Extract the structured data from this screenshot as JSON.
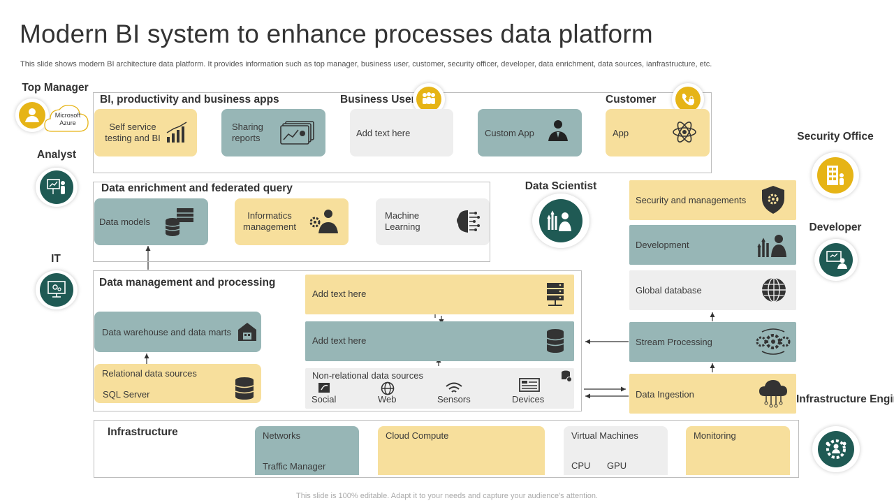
{
  "header": {
    "title": "Modern BI system to enhance processes data platform",
    "subtitle": "This slide shows modern BI architecture data platform. It provides information such as top manager, business user, customer, security officer, developer, data enrichment, data sources, ianfrastructure, etc."
  },
  "roles": {
    "top_manager": "Top Manager",
    "microsoft_azure": "Microsoft Azure",
    "analyst": "Analyst",
    "it": "IT",
    "business_user": "Business User",
    "customer": "Customer",
    "data_scientist": "Data Scientist",
    "security_office": "Security Office",
    "developer": "Developer",
    "infrastructure_engineer": "Infrastructure Engineer"
  },
  "bi_section": {
    "title": "BI, productivity and business  apps",
    "self_service": "Self service testing and BI",
    "sharing_reports": "Sharing reports",
    "add_text": "Add text here",
    "custom_app": "Custom App",
    "app": "App"
  },
  "enrichment_section": {
    "title": "Data enrichment and federated query",
    "data_models": "Data models",
    "informatics": "Informatics management",
    "machine_learning": "Machine Learning"
  },
  "management_section": {
    "title": "Data management and processing",
    "warehouse": "Data warehouse  and data marts",
    "relational": "Relational data sources",
    "sql_server": "SQL Server",
    "add_text_1": "Add text here",
    "add_text_2": "Add text here",
    "non_relational": "Non-relational  data sources",
    "social": "Social",
    "web": "Web",
    "sensors": "Sensors",
    "devices": "Devices"
  },
  "right_stack": {
    "security": "Security and managements",
    "development": "Development",
    "global_db": "Global database",
    "stream": "Stream Processing",
    "ingestion": "Data Ingestion"
  },
  "infrastructure": {
    "title": "Infrastructure",
    "networks": "Networks",
    "traffic": "Traffic  Manager",
    "cloud": "Cloud Compute",
    "vm": "Virtual Machines",
    "cpu": "CPU",
    "gpu": "GPU",
    "monitoring": "Monitoring"
  },
  "footer": "This slide is 100% editable. Adapt it to your needs and capture your audience's attention.",
  "colors": {
    "yellow": "#f7df9c",
    "teal": "#97b6b6",
    "grey": "#eeeeee",
    "dark_teal": "#1f5a54",
    "gold": "#e6b416"
  }
}
